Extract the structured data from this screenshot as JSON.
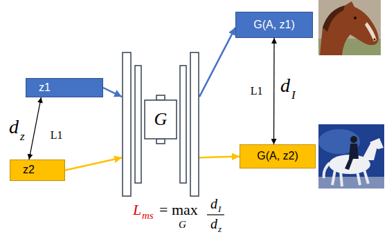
{
  "diagram": {
    "nodes": [
      {
        "text": [
          "z1"
        ]
      },
      {
        "text": [
          "z2"
        ]
      },
      {
        "text": [
          "G"
        ]
      },
      {
        "text": [
          "G(A, z1)"
        ]
      },
      {
        "text": [
          "G(A, z2)"
        ]
      }
    ],
    "edges": [
      {
        "from": 0,
        "to": 2,
        "arrow": "to"
      },
      {
        "from": 1,
        "to": 2,
        "arrow": "to"
      },
      {
        "from": 2,
        "to": 3,
        "arrow": "to"
      },
      {
        "from": 2,
        "to": 4,
        "arrow": "to"
      },
      {
        "from": 0,
        "to": 1,
        "label": "L1",
        "arrow": "both"
      },
      {
        "from": 3,
        "to": 4,
        "label": "L1",
        "arrow": "both"
      }
    ],
    "labels": [
      "d",
      "z",
      "d",
      "I",
      "L",
      "ms",
      "= max",
      "G",
      "d",
      "I",
      "d",
      "z"
    ]
  }
}
